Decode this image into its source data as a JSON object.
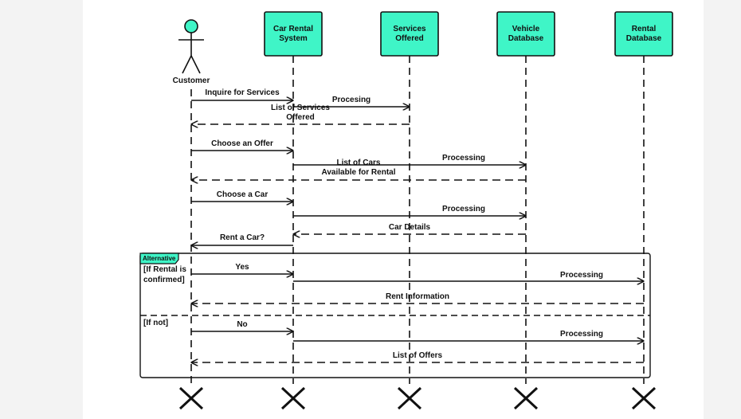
{
  "participants": [
    {
      "id": "customer",
      "type": "actor",
      "lines": [
        "Customer"
      ]
    },
    {
      "id": "crs",
      "type": "box",
      "lines": [
        "Car Rental",
        "System"
      ]
    },
    {
      "id": "svc",
      "type": "box",
      "lines": [
        "Services",
        "Offered"
      ]
    },
    {
      "id": "vdb",
      "type": "box",
      "lines": [
        "Vehicle",
        "Database"
      ]
    },
    {
      "id": "rdb",
      "type": "box",
      "lines": [
        "Rental",
        "Database"
      ]
    }
  ],
  "messages": [
    {
      "from": "customer",
      "to": "crs",
      "style": "solid",
      "lines": [
        "Inquire for Services"
      ]
    },
    {
      "from": "crs",
      "to": "svc",
      "style": "solid",
      "lines": [
        "Procesing"
      ]
    },
    {
      "from": "svc",
      "to": "customer",
      "style": "dashed",
      "lines": [
        "List of Services",
        "Offered"
      ]
    },
    {
      "from": "customer",
      "to": "crs",
      "style": "solid",
      "lines": [
        "Choose an Offer"
      ]
    },
    {
      "from": "crs",
      "to": "vdb",
      "style": "solid",
      "lines": [
        "Processing"
      ]
    },
    {
      "from": "vdb",
      "to": "customer",
      "style": "dashed",
      "lines": [
        "List of Cars",
        "Available for Rental"
      ]
    },
    {
      "from": "customer",
      "to": "crs",
      "style": "solid",
      "lines": [
        "Choose a Car"
      ]
    },
    {
      "from": "crs",
      "to": "vdb",
      "style": "solid",
      "lines": [
        "Processing"
      ]
    },
    {
      "from": "vdb",
      "to": "crs",
      "style": "dashed",
      "lines": [
        "Car Details"
      ]
    },
    {
      "from": "crs",
      "to": "customer",
      "style": "solid",
      "lines": [
        "Rent a Car?"
      ]
    },
    {
      "from": "customer",
      "to": "crs",
      "style": "solid",
      "lines": [
        "Yes"
      ]
    },
    {
      "from": "crs",
      "to": "rdb",
      "style": "solid",
      "lines": [
        "Processing"
      ]
    },
    {
      "from": "rdb",
      "to": "customer",
      "style": "dashed",
      "lines": [
        "Rent Information"
      ]
    },
    {
      "from": "customer",
      "to": "crs",
      "style": "solid",
      "lines": [
        "No"
      ]
    },
    {
      "from": "crs",
      "to": "rdb",
      "style": "solid",
      "lines": [
        "Processing"
      ]
    },
    {
      "from": "rdb",
      "to": "customer",
      "style": "dashed",
      "lines": [
        "List of Offers"
      ]
    }
  ],
  "fragment": {
    "tag": "Alternative",
    "guards": [
      {
        "lines": [
          "[If Rental is",
          "confirmed]"
        ]
      },
      {
        "lines": [
          "[If not]"
        ]
      }
    ]
  },
  "colors": {
    "participant_fill": "#3ff5c7",
    "line": "#111111",
    "background": "#ffffff"
  }
}
